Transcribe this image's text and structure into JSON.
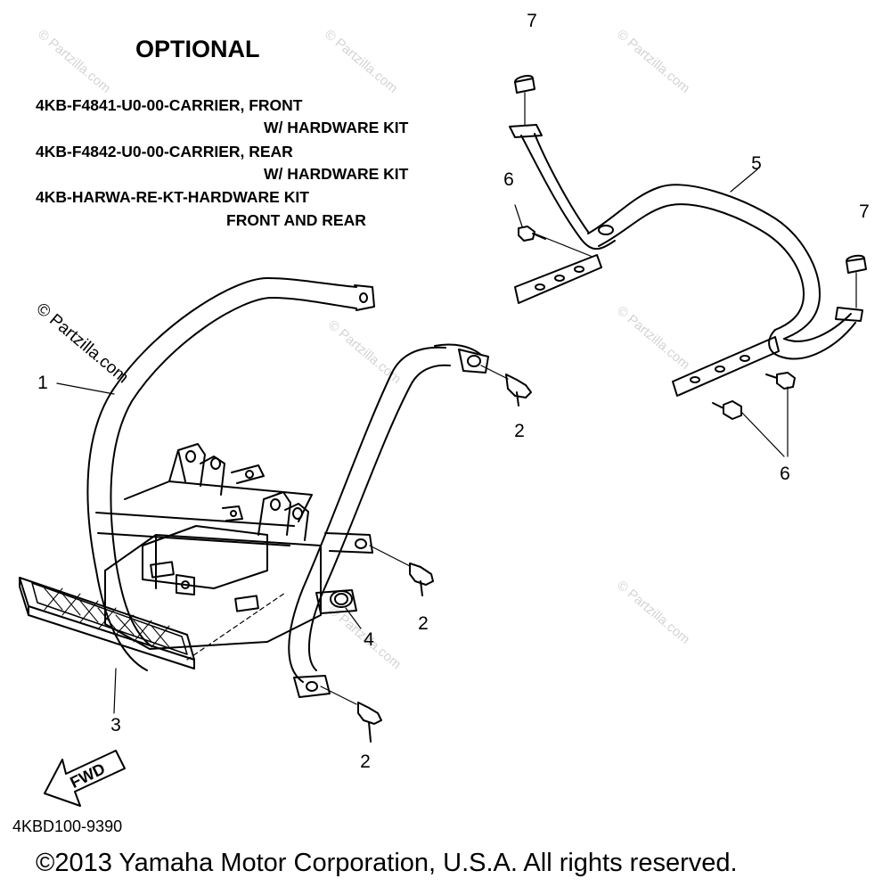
{
  "diagram": {
    "heading": "OPTIONAL",
    "notes": [
      "4KB-F4841-U0-00-CARRIER, FRONT",
      "W/ HARDWARE KIT",
      "4KB-F4842-U0-00-CARRIER, REAR",
      "W/ HARDWARE KIT",
      "4KB-HARWA-RE-KT-HARDWARE KIT",
      "FRONT AND REAR"
    ],
    "callouts": [
      "1",
      "2",
      "2",
      "2",
      "3",
      "4",
      "5",
      "6",
      "6",
      "7",
      "7"
    ],
    "fwd_label": "FWD",
    "reference_code": "4KBD100-9390",
    "copyright": "©2013 Yamaha Motor Corporation, U.S.A. All rights reserved.",
    "watermark": "© Partzilla.com"
  }
}
